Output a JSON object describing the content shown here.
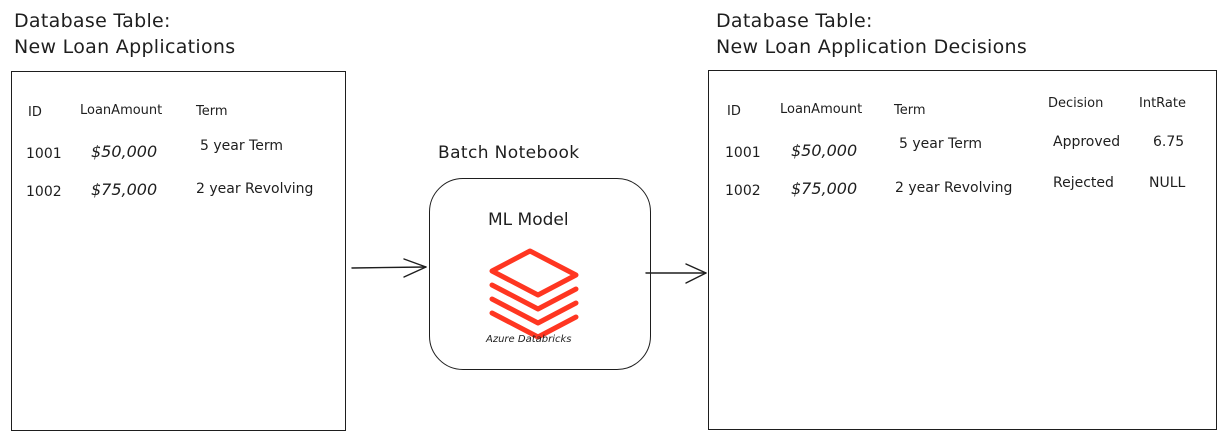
{
  "left_table": {
    "title_line1": "Database Table:",
    "title_line2": "New Loan Applications",
    "headers": [
      "ID",
      "LoanAmount",
      "Term"
    ],
    "rows": [
      [
        "1001",
        "$50,000",
        "5 year Term"
      ],
      [
        "1002",
        "$75,000",
        "2 year Revolving"
      ]
    ]
  },
  "notebook": {
    "title": "Batch Notebook",
    "model_label": "ML Model",
    "logo_caption": "Azure Databricks",
    "logo_color": "#ff3621"
  },
  "right_table": {
    "title_line1": "Database Table:",
    "title_line2": "New Loan Application Decisions",
    "headers": [
      "ID",
      "LoanAmount",
      "Term",
      "Decision",
      "IntRate"
    ],
    "rows": [
      [
        "1001",
        "$50,000",
        "5 year Term",
        "Approved",
        "6.75"
      ],
      [
        "1002",
        "$75,000",
        "2 year Revolving",
        "Rejected",
        "NULL"
      ]
    ]
  }
}
